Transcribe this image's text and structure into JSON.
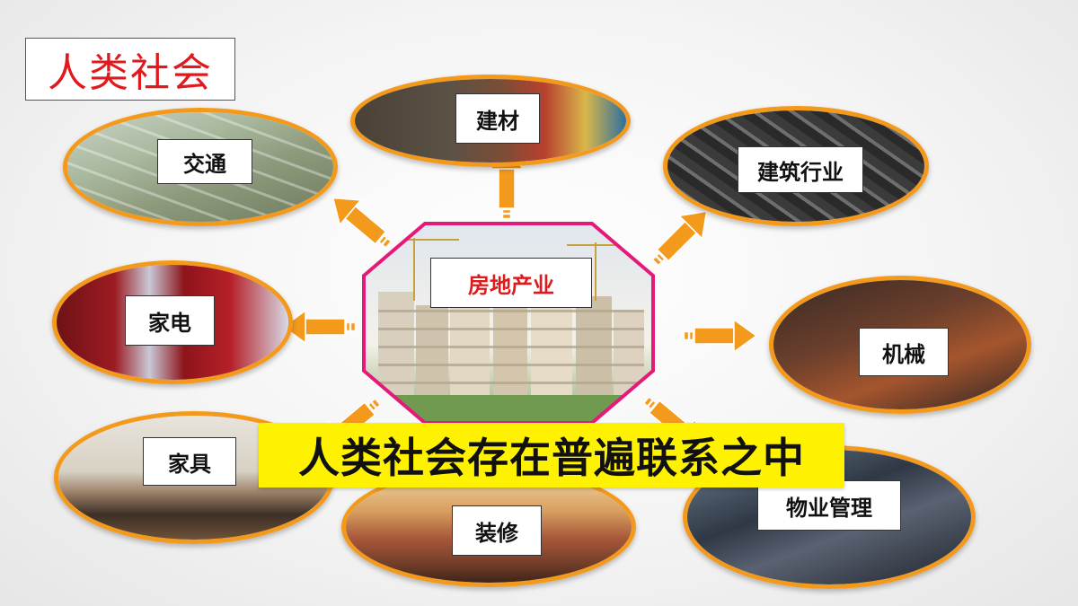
{
  "title": "人类社会",
  "center": {
    "label": "房地产业"
  },
  "nodes": {
    "transport": "交通",
    "materials": "建材",
    "construction": "建筑行业",
    "appliance": "家电",
    "machinery": "机械",
    "furniture": "家具",
    "decoration": "装修",
    "property": "物业管理"
  },
  "banner": "人类社会存在普遍联系之中",
  "colors": {
    "title_text": "#e0191d",
    "node_border": "#f39a1c",
    "arrow_fill": "#f39a1c",
    "center_border": "#e5197a",
    "banner_bg": "#fff200"
  }
}
